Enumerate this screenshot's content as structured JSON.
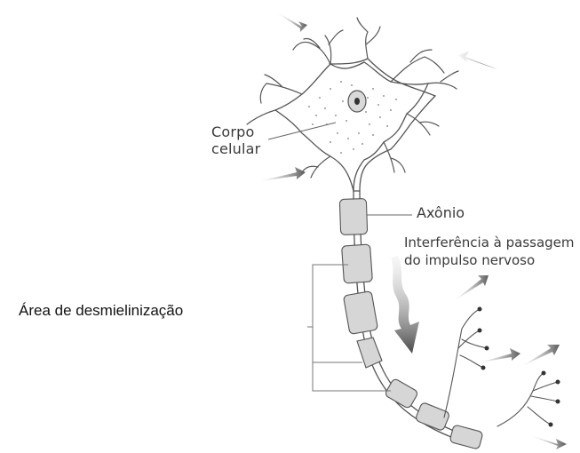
{
  "labels": {
    "corpo_celular": [
      "Corpo",
      "celular"
    ],
    "axonio": "Axônio",
    "interferencia": [
      "Interferência à passagem",
      "do impulso nervoso"
    ],
    "area_desmielinizacao": "Área de desmielinização"
  }
}
